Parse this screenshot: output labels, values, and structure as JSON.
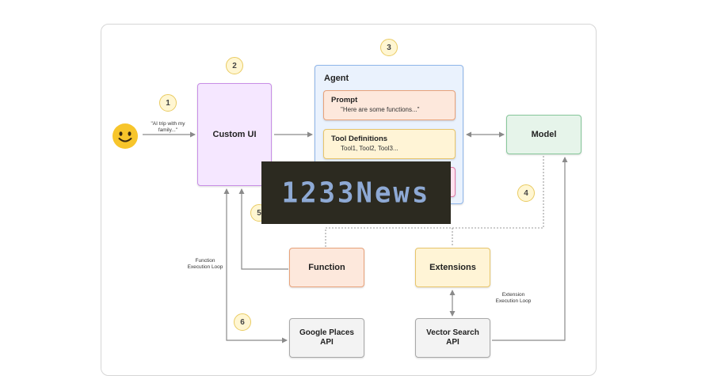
{
  "diagram": {
    "user_input": "\"AI trip with my family...\"",
    "custom_ui": "Custom UI",
    "agent": {
      "title": "Agent",
      "prompt": {
        "title": "Prompt",
        "text": "\"Here are some functions...\""
      },
      "tools": {
        "title": "Tool Definitions",
        "text": "Tool1, Tool2, Tool3..."
      }
    },
    "model": "Model",
    "function": "Function",
    "extensions": "Extensions",
    "google_places": "Google Places API",
    "vector_search": "Vector Search API",
    "function_loop": "Function Execution Loop",
    "extension_loop": "Extension Execution Loop",
    "steps": [
      "1",
      "2",
      "3",
      "4",
      "5",
      "6"
    ]
  },
  "watermark": {
    "text": "1233News"
  },
  "colors": {
    "arrow": "#8a8a8a",
    "custom_ui_fill": "#f5e7ff",
    "agent_fill": "#eaf2fd",
    "model_fill": "#e6f4ea",
    "function_fill": "#fde8dc",
    "extensions_fill": "#fff4d6",
    "api_fill": "#f3f3f3",
    "step_fill": "#fff6d2",
    "smiley": "#f7c52b",
    "watermark_bg": "#2c2a20",
    "watermark_text": "#8ea9d4"
  }
}
